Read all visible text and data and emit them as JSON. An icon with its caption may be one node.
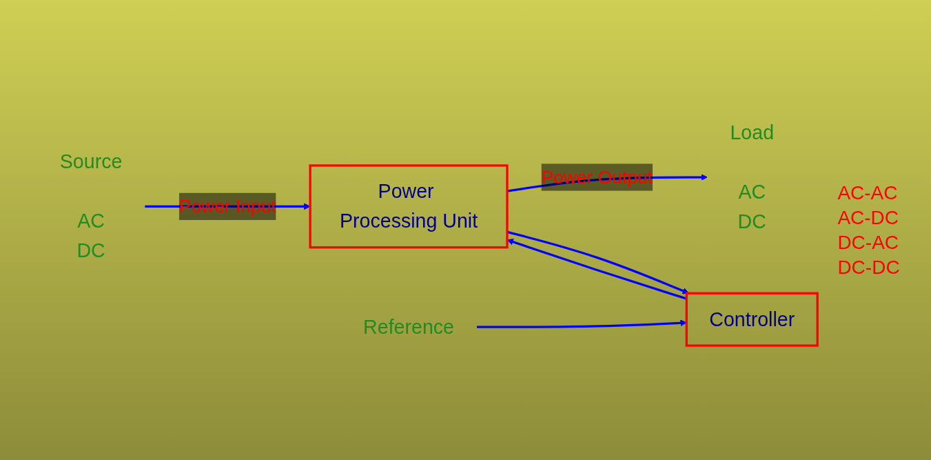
{
  "diagram": {
    "nodes": [
      {
        "text": [
          "Source"
        ],
        "beside": [
          "AC",
          "DC"
        ]
      },
      {
        "text": [
          "Power Processing Unit"
        ]
      },
      {
        "text": [
          "Load"
        ],
        "beside": [
          "AC",
          "DC"
        ]
      },
      {
        "text": [
          "Controller"
        ]
      },
      {
        "text": [
          "Reference"
        ]
      }
    ],
    "edges": [
      {
        "from": 0,
        "to": 1,
        "arrow": "to",
        "label": "Power Input"
      },
      {
        "from": 1,
        "to": 2,
        "arrow": "to",
        "label": "Power Output"
      },
      {
        "from": 3,
        "to": 1,
        "arrow": "to"
      },
      {
        "from": 1,
        "to": 3,
        "arrow": "to"
      },
      {
        "from": 4,
        "to": 3,
        "arrow": "to"
      }
    ],
    "labels": [
      "AC-AC",
      "AC-DC",
      "DC-AC",
      "DC-DC"
    ]
  }
}
